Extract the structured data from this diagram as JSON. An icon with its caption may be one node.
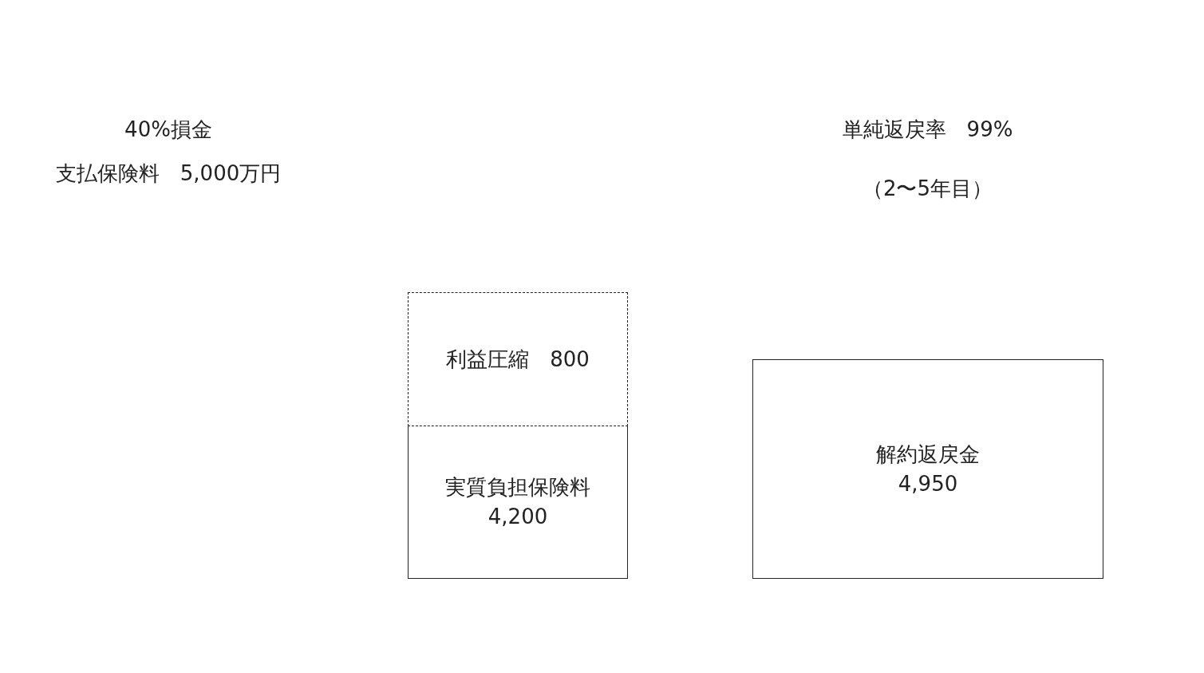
{
  "diagram": {
    "nodes": [
      {
        "text": [
          "利益圧縮　800"
        ]
      },
      {
        "text": [
          "実質負担保険料",
          "4,200"
        ]
      },
      {
        "text": [
          "解約返戻金",
          "4,950"
        ]
      }
    ],
    "labels": [
      "40%損金",
      "支払保険料　5,000万円",
      "単純返戻率　99%",
      "（2〜5年目）"
    ]
  }
}
